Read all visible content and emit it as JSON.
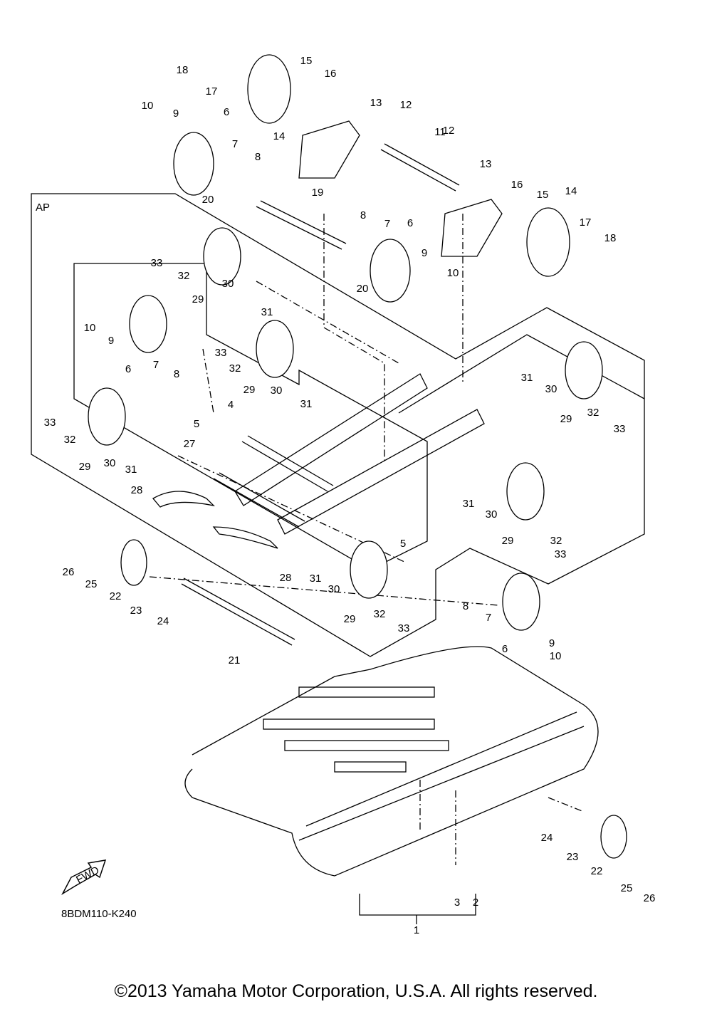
{
  "diagram": {
    "section_label": "AP",
    "fwd_label": "FWD",
    "figure_code": "8BDM110-K240",
    "callouts": [
      "18",
      "17",
      "15",
      "16",
      "14",
      "10",
      "9",
      "6",
      "7",
      "8",
      "13",
      "12",
      "11",
      "12",
      "13",
      "20",
      "19",
      "8",
      "7",
      "6",
      "9",
      "10",
      "20",
      "16",
      "15",
      "14",
      "17",
      "18",
      "33",
      "32",
      "29",
      "30",
      "31",
      "10",
      "9",
      "6",
      "7",
      "8",
      "33",
      "32",
      "29",
      "30",
      "31",
      "31",
      "30",
      "29",
      "32",
      "33",
      "4",
      "5",
      "33",
      "32",
      "29",
      "30",
      "31",
      "27",
      "28",
      "31",
      "30",
      "29",
      "32",
      "33",
      "5",
      "26",
      "25",
      "22",
      "23",
      "24",
      "28",
      "31",
      "30",
      "29",
      "32",
      "33",
      "8",
      "7",
      "6",
      "9",
      "10",
      "21",
      "24",
      "23",
      "22",
      "25",
      "26",
      "3",
      "2",
      "1"
    ]
  },
  "footer": {
    "copyright": "©2013 Yamaha Motor Corporation, U.S.A. All rights reserved."
  }
}
